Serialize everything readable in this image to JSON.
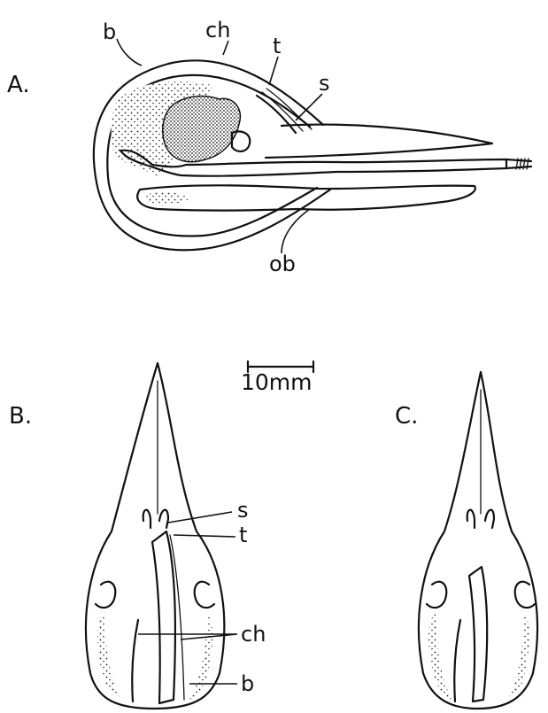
{
  "figure": {
    "panels": {
      "a": "A.",
      "b": "B.",
      "c": "C."
    },
    "scale_bar": {
      "label": "10mm"
    },
    "labels_a": {
      "b": "b",
      "ch": "ch",
      "t": "t",
      "s": "s",
      "ob": "ob"
    },
    "labels_b": {
      "s": "s",
      "t": "t",
      "ch": "ch",
      "b": "b"
    }
  }
}
